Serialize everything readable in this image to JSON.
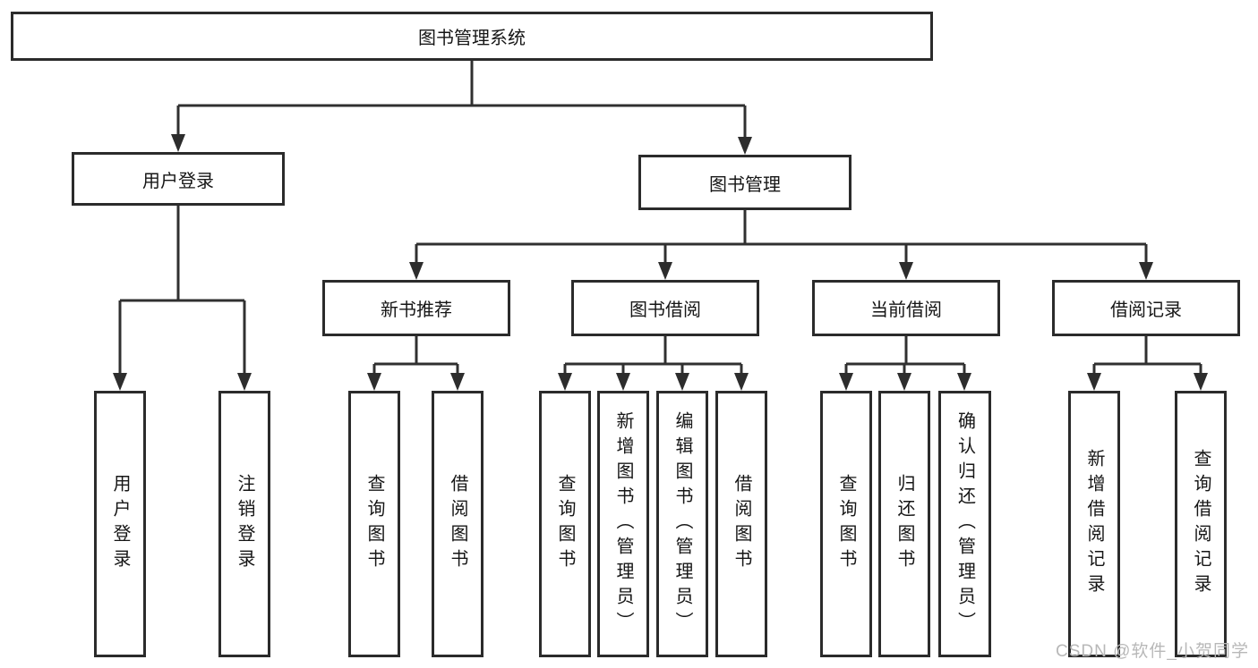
{
  "tree": {
    "label": "图书管理系统",
    "children": [
      {
        "label": "用户登录",
        "children": [
          {
            "label": "用户登录"
          },
          {
            "label": "注销登录"
          }
        ]
      },
      {
        "label": "图书管理",
        "children": [
          {
            "label": "新书推荐",
            "children": [
              {
                "label": "查询图书"
              },
              {
                "label": "借阅图书"
              }
            ]
          },
          {
            "label": "图书借阅",
            "children": [
              {
                "label": "查询图书"
              },
              {
                "label": "新增图书（管理员）"
              },
              {
                "label": "编辑图书（管理员）"
              },
              {
                "label": "借阅图书"
              }
            ]
          },
          {
            "label": "当前借阅",
            "children": [
              {
                "label": "查询图书"
              },
              {
                "label": "归还图书"
              },
              {
                "label": "确认归还（管理员）"
              }
            ]
          },
          {
            "label": "借阅记录",
            "children": [
              {
                "label": "新增借阅记录"
              },
              {
                "label": "查询借阅记录"
              }
            ]
          }
        ]
      }
    ]
  },
  "watermark": {
    "text": "CSDN @软件_小贺同学"
  },
  "colors": {
    "line": "#303030",
    "box_border": "#2b2b2b",
    "text": "#161616",
    "background": "#ffffff",
    "watermark": "#b8b8b8"
  }
}
